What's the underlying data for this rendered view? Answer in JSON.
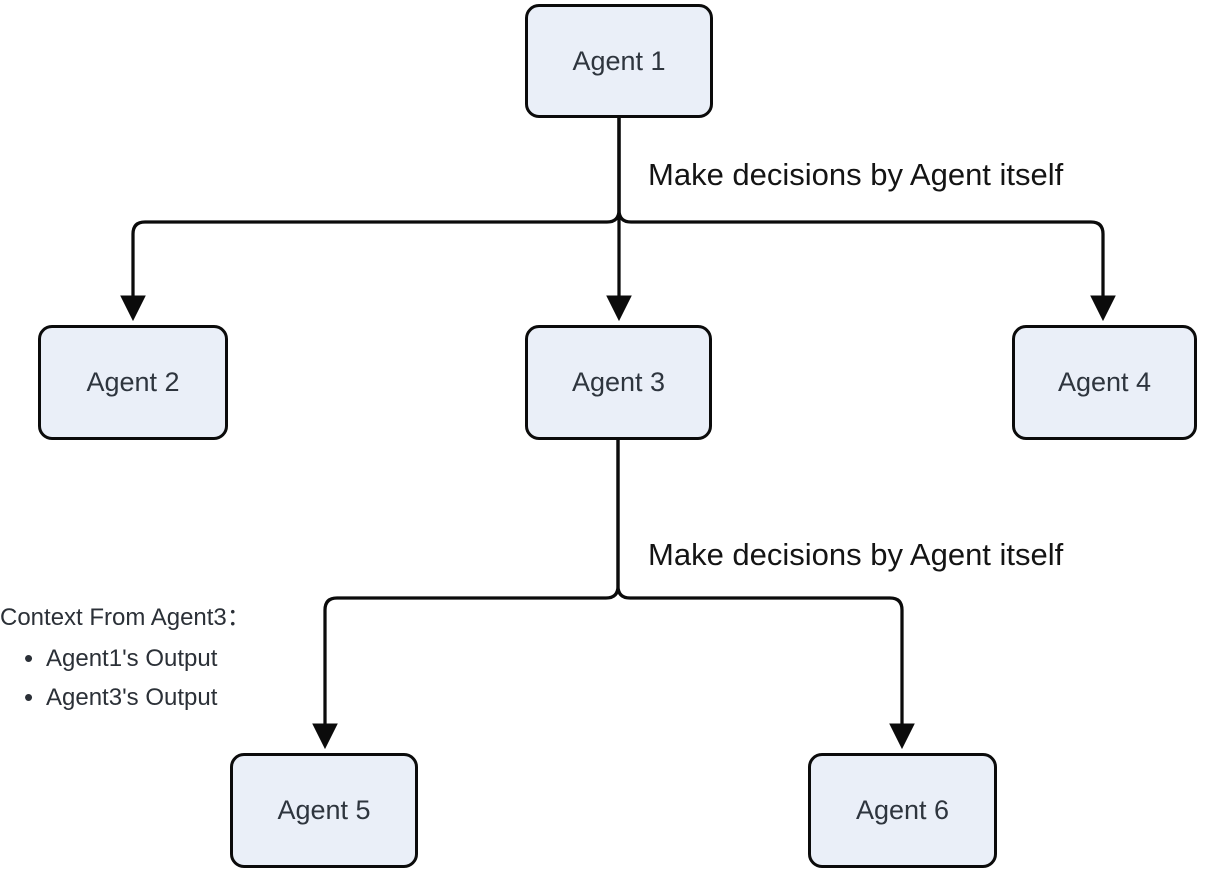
{
  "diagram": {
    "nodes": [
      {
        "id": "agent1",
        "label": "Agent 1"
      },
      {
        "id": "agent2",
        "label": "Agent 2"
      },
      {
        "id": "agent3",
        "label": "Agent 3"
      },
      {
        "id": "agent4",
        "label": "Agent 4"
      },
      {
        "id": "agent5",
        "label": "Agent 5"
      },
      {
        "id": "agent6",
        "label": "Agent 6"
      }
    ],
    "edges": [
      {
        "from": "agent1",
        "to": "agent2"
      },
      {
        "from": "agent1",
        "to": "agent3"
      },
      {
        "from": "agent1",
        "to": "agent4"
      },
      {
        "from": "agent3",
        "to": "agent5"
      },
      {
        "from": "agent3",
        "to": "agent6"
      }
    ],
    "edge_labels": [
      {
        "text": "Make decisions by Agent itself"
      },
      {
        "text": "Make decisions by Agent itself"
      }
    ],
    "annotation": {
      "title": "Context From Agent3：",
      "bullets": [
        "Agent1's Output",
        "Agent3's Output"
      ]
    },
    "colors": {
      "node_fill": "#EAEFF8",
      "node_border": "#0b0b0b",
      "edge": "#0b0b0b",
      "node_text": "#2E353E",
      "label_text": "#141414",
      "background": "#ffffff"
    }
  }
}
